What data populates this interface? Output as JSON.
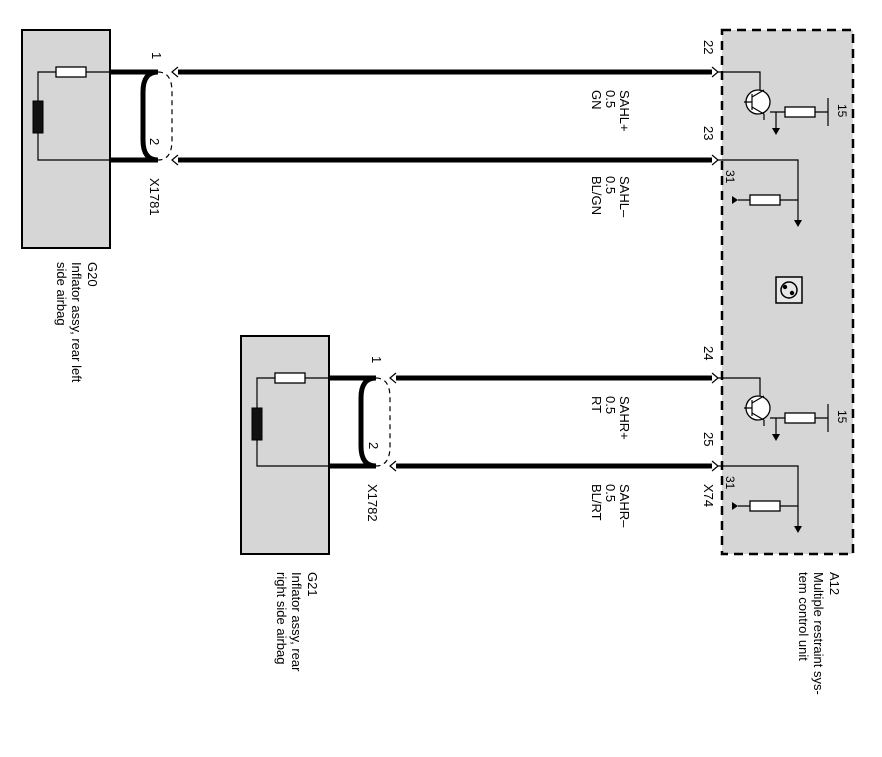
{
  "components": {
    "g20": {
      "code": "G20",
      "line1": "Inflator assy, rear left",
      "line2": "side airbag"
    },
    "g21": {
      "code": "G21",
      "line1": "Inflator assy, rear",
      "line2": "right side airbag"
    },
    "a12": {
      "code": "A12",
      "line1": "Multiple restraint sys-",
      "line2": "tem control unit"
    }
  },
  "connectors": {
    "x1781": {
      "code": "X1781",
      "pin1": "1",
      "pin2": "2"
    },
    "x1782": {
      "code": "X1782",
      "pin1": "1",
      "pin2": "2"
    },
    "x74": {
      "code": "X74"
    }
  },
  "wires": {
    "sahl_plus": {
      "signal": "SAHL+",
      "gauge": "0.5",
      "color": "GN",
      "pin": "22"
    },
    "sahl_minus": {
      "signal": "SAHL–",
      "gauge": "0.5",
      "color": "BL/GN",
      "pin": "23"
    },
    "sahr_plus": {
      "signal": "SAHR+",
      "gauge": "0.5",
      "color": "RT",
      "pin": "24"
    },
    "sahr_minus": {
      "signal": "SAHR–",
      "gauge": "0.5",
      "color": "BL/RT",
      "pin": "25"
    }
  },
  "terminals": {
    "t15_upper": "15",
    "t31_upper": "31",
    "t15_lower": "15",
    "t31_lower": "31"
  },
  "icons": [
    "inflator-coil-icon",
    "resistor-icon",
    "transistor-icon",
    "ground-arrow-icon",
    "control-unit-symbol-icon"
  ]
}
